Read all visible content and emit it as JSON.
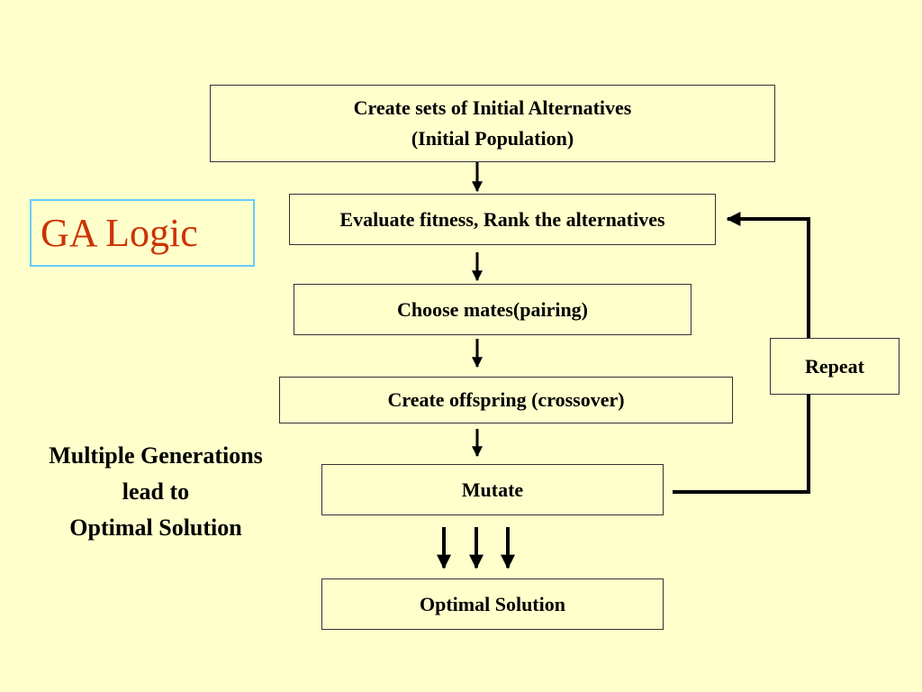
{
  "title": "GA Logic",
  "steps": {
    "initial_line1": "Create sets of Initial Alternatives",
    "initial_line2": "(Initial Population)",
    "evaluate": "Evaluate fitness, Rank the alternatives",
    "choose": "Choose mates(pairing)",
    "offspring": "Create offspring (crossover)",
    "mutate": "Mutate",
    "optimal": "Optimal Solution"
  },
  "repeat_label": "Repeat",
  "side_note": {
    "line1": "Multiple Generations",
    "line2": "lead to",
    "line3": "Optimal Solution"
  },
  "colors": {
    "background": "#FFFFCC",
    "title_text": "#CC3300",
    "title_border": "#66CCFF",
    "box_border": "#333333"
  }
}
